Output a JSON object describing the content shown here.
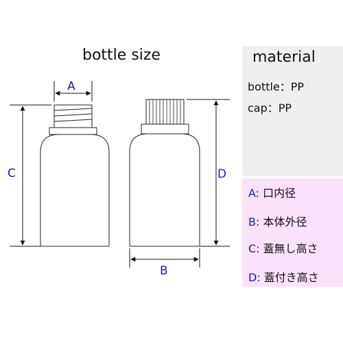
{
  "title": "bottle size",
  "material": {
    "heading": "material",
    "items": [
      "bottle：PP",
      "cap：PP"
    ]
  },
  "dimension_labels": {
    "A": "A",
    "B": "B",
    "C": "C",
    "D": "D"
  },
  "legend": [
    {
      "key": "A:",
      "text": " 口内径"
    },
    {
      "key": "B:",
      "text": " 本体外径"
    },
    {
      "key": "C:",
      "text": " 蓋無し高さ"
    },
    {
      "key": "D:",
      "text": " 蓋付き高さ"
    }
  ],
  "colors": {
    "label_blue": "#1a1ab8",
    "material_bg": "#efefef",
    "legend_bg": "#fbe2fb"
  }
}
